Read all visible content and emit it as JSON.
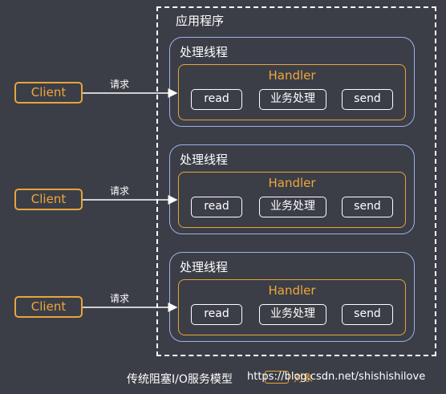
{
  "app": {
    "title": "应用程序"
  },
  "threads": [
    {
      "title": "处理线程",
      "handler": "Handler",
      "ops": [
        "read",
        "业务处理",
        "send"
      ]
    },
    {
      "title": "处理线程",
      "handler": "Handler",
      "ops": [
        "read",
        "业务处理",
        "send"
      ]
    },
    {
      "title": "处理线程",
      "handler": "Handler",
      "ops": [
        "read",
        "业务处理",
        "send"
      ]
    }
  ],
  "clients": [
    {
      "label": "Client",
      "request": "请求"
    },
    {
      "label": "Client",
      "request": "请求"
    },
    {
      "label": "Client",
      "request": "请求"
    }
  ],
  "caption": "传统阻塞I/O服务模型",
  "legend": {
    "label": "对象"
  },
  "watermark": "https://blog.csdn.net/shishishilove",
  "colors": {
    "background": "#3b3e47",
    "accent": "#e8a43c",
    "thread_border": "#9db2e6",
    "text": "#ffffff"
  }
}
